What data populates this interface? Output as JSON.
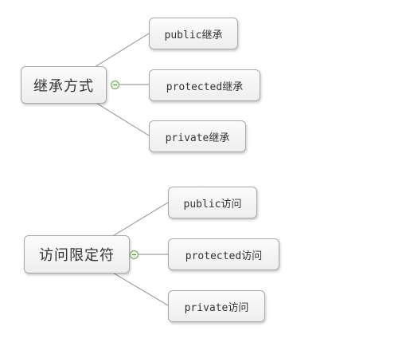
{
  "diagram": {
    "inheritance": {
      "root_label": "继承方式",
      "children": [
        "public继承",
        "protected继承",
        "private继承"
      ]
    },
    "access": {
      "root_label": "访问限定符",
      "children": [
        "public访问",
        "protected访问",
        "private访问"
      ]
    }
  },
  "colors": {
    "line": "#a0a0a0",
    "node_border": "#a9a9a9",
    "toggle": "#6aa84f"
  },
  "icons": {
    "collapse_toggle": "collapse-minus-icon"
  }
}
